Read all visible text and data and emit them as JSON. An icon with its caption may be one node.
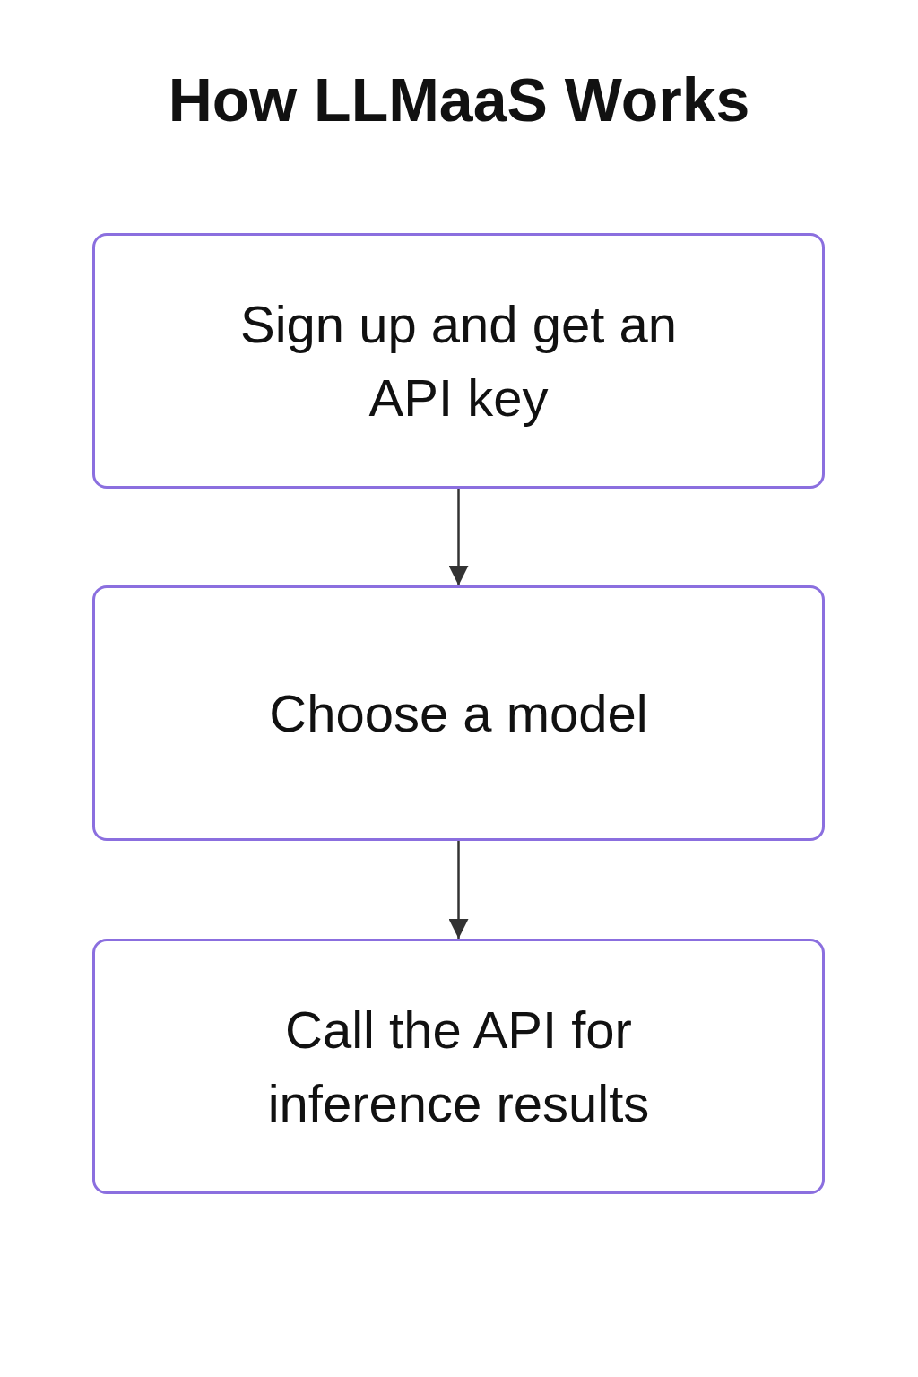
{
  "diagram": {
    "title": "How LLMaaS Works",
    "nodes": [
      {
        "text": [
          "Sign up and get an API key"
        ]
      },
      {
        "text": [
          "Choose a model"
        ]
      },
      {
        "text": [
          "Call the API for inference results"
        ]
      }
    ],
    "edges": [
      {
        "from": 0,
        "to": 1,
        "arrow": "to"
      },
      {
        "from": 1,
        "to": 2,
        "arrow": "to"
      }
    ]
  }
}
